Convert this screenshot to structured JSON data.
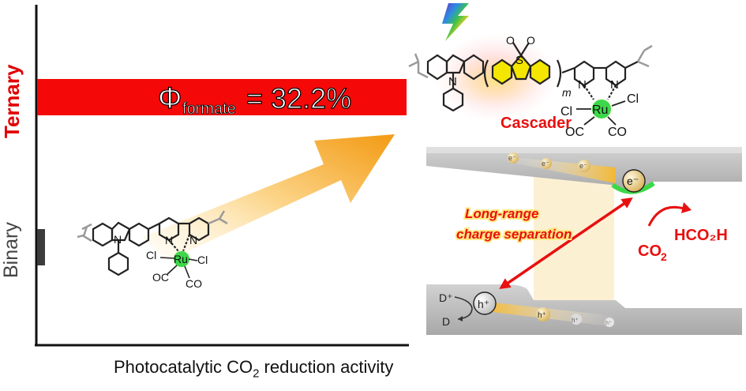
{
  "axes": {
    "y_label_ternary": "Ternary",
    "y_label_binary": "Binary",
    "x_label_pre": "Photocatalytic CO",
    "x_label_sub": "2",
    "x_label_post": " reduction activity"
  },
  "bar": {
    "symbol": "Φ",
    "subscript": "formate",
    "value_text": " = 32.2%"
  },
  "ternary_molecule": {
    "cascader_label": "Cascader",
    "m": "m",
    "atoms": {
      "S": "S",
      "O": "O",
      "N": "N",
      "Ru": "Ru",
      "Cl": "Cl",
      "OC": "OC",
      "CO": "CO"
    }
  },
  "binary_molecule": {
    "atoms": {
      "N": "N",
      "Ru": "Ru",
      "Cl": "Cl",
      "OC": "OC",
      "CO": "CO"
    }
  },
  "mechanism": {
    "electron": "e⁻",
    "hole": "h⁺",
    "charge_separation_line1": "Long-range",
    "charge_separation_line2": "charge separation",
    "co2": "CO",
    "co2_sub": "2",
    "product": "HCO₂H",
    "donor_ox": "D⁺",
    "donor": "D"
  },
  "colors": {
    "red": "#e81010",
    "cascader_yellow": "#f5e600",
    "ru_green": "#3dd84a",
    "band_gray": "#c8c8c8",
    "arrow_orange": "#f5a020"
  }
}
